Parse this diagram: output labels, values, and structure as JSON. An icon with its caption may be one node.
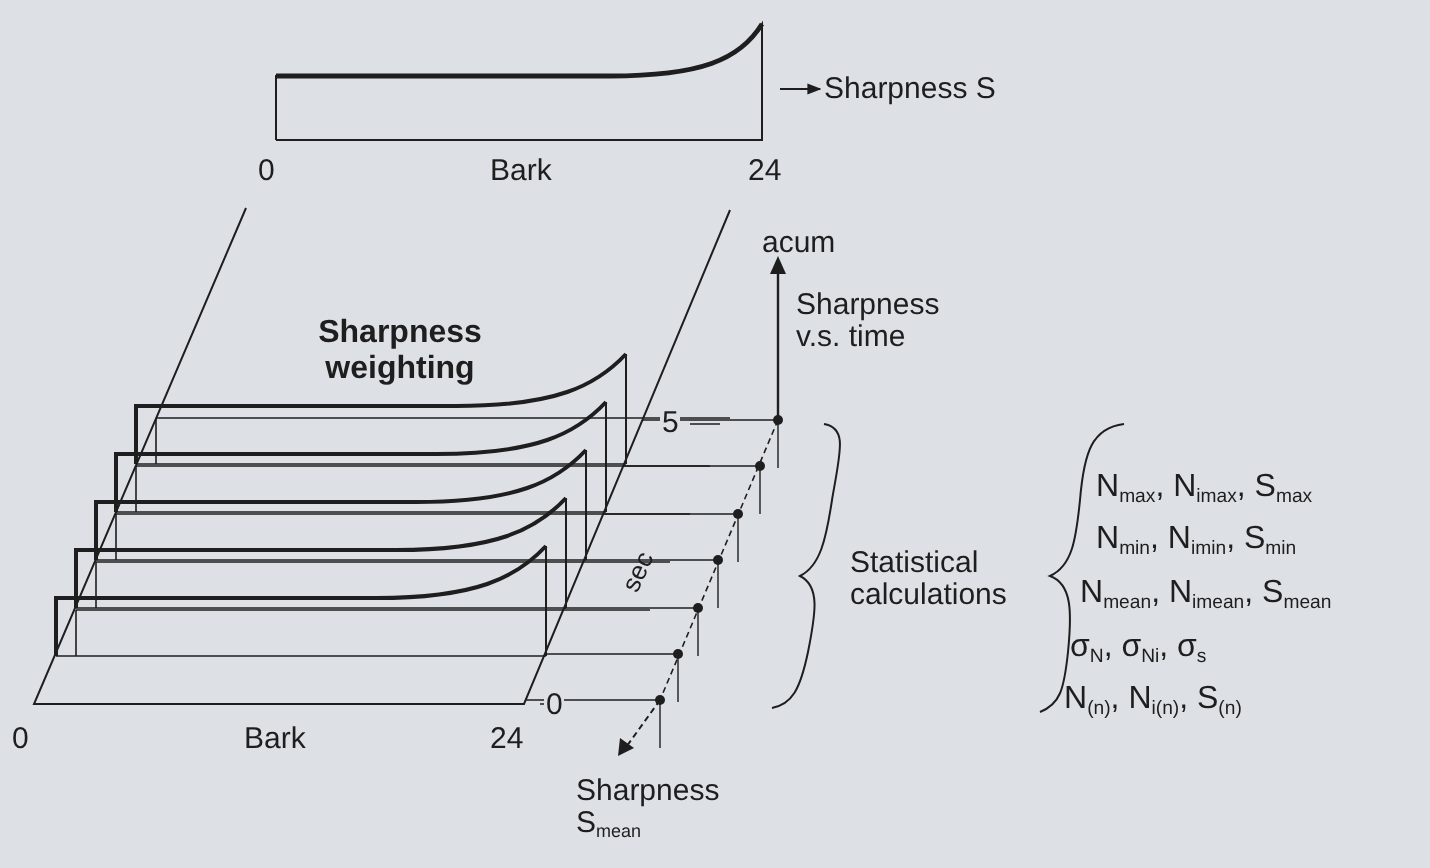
{
  "diagram": {
    "nodes": [
      {
        "text": [],
        "shape": "picture"
      },
      {
        "text": [
          "Sharpness S"
        ]
      }
    ],
    "edges": [
      {
        "from": 0,
        "to": 1,
        "arrow": "to"
      }
    ],
    "labels": [
      "0",
      "Bark",
      "24",
      "acum",
      "Sharpness v.s. time",
      "Sharpness weighting",
      "5",
      "sec",
      "0",
      "0",
      "Bark",
      "24",
      "Statistical calculations",
      "N$_{max}$, N$_{imax}$, S$_{max}$",
      "N$_{min}$, N$_{imin}$, S$_{min}$",
      "N$_{mean}$, N$_{imean}$, S$_{mean}$",
      "σ$_{N}$, σ$_{Ni}$, σ$_{s}$",
      "N$_{(n)}$, N$_{i(n)}$, S$_{(n)}$",
      "Sharpness S$_{mean}$"
    ]
  }
}
